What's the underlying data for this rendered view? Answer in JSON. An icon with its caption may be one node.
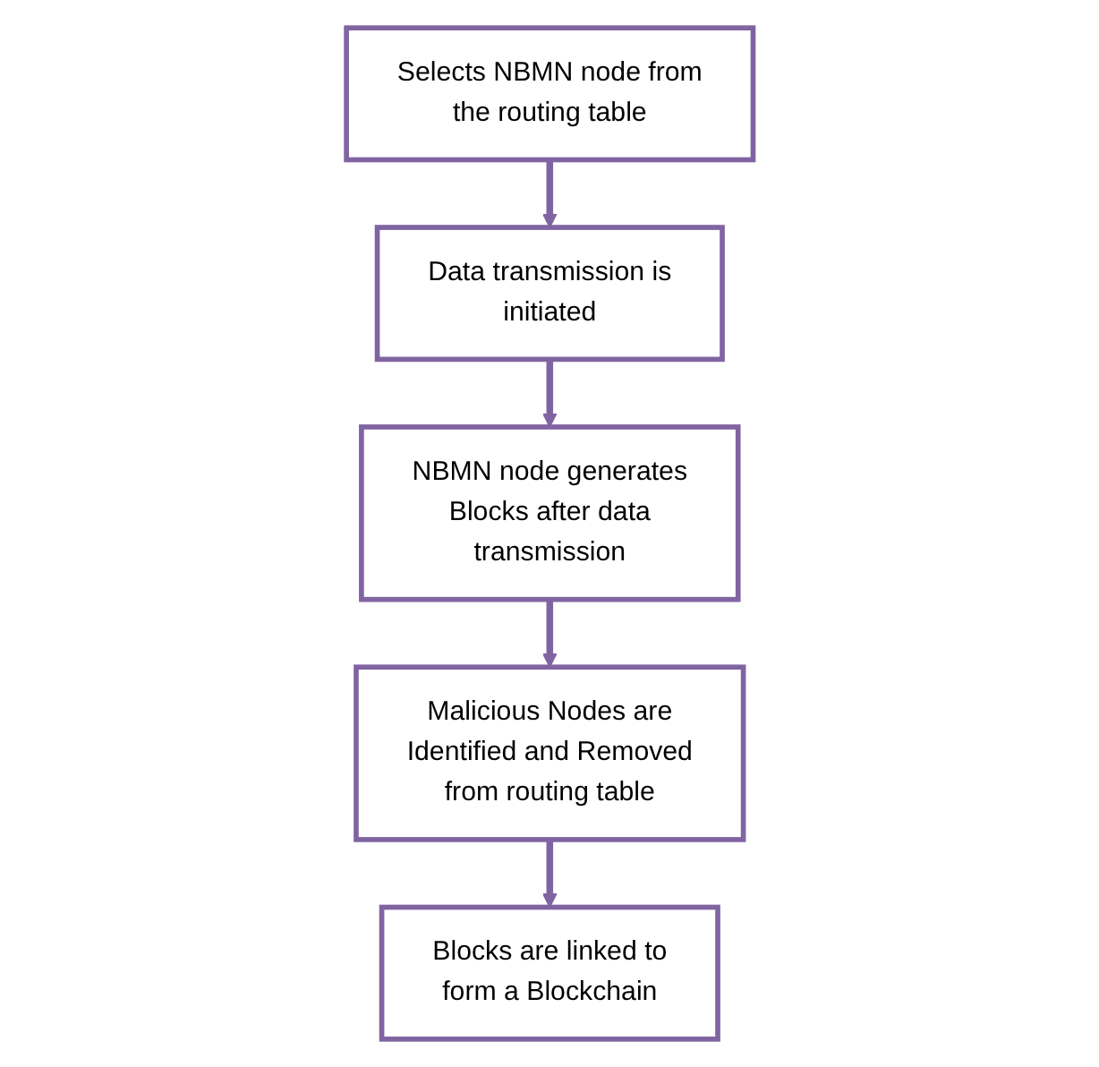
{
  "diagram": {
    "nodes": [
      {
        "text": [
          "Selects NBMN node from the routing table"
        ]
      },
      {
        "text": [
          "Data transmission is initiated"
        ]
      },
      {
        "text": [
          "NBMN node generates Blocks after data transmission"
        ]
      },
      {
        "text": [
          "Malicious Nodes are Identified and Removed from routing table"
        ]
      },
      {
        "text": [
          "Blocks are linked to form a Blockchain"
        ]
      }
    ],
    "edges": [
      {
        "from": 0,
        "to": 1,
        "arrow": "to"
      },
      {
        "from": 1,
        "to": 2,
        "arrow": "to"
      },
      {
        "from": 2,
        "to": 3,
        "arrow": "to"
      },
      {
        "from": 3,
        "to": 4,
        "arrow": "to"
      }
    ]
  }
}
